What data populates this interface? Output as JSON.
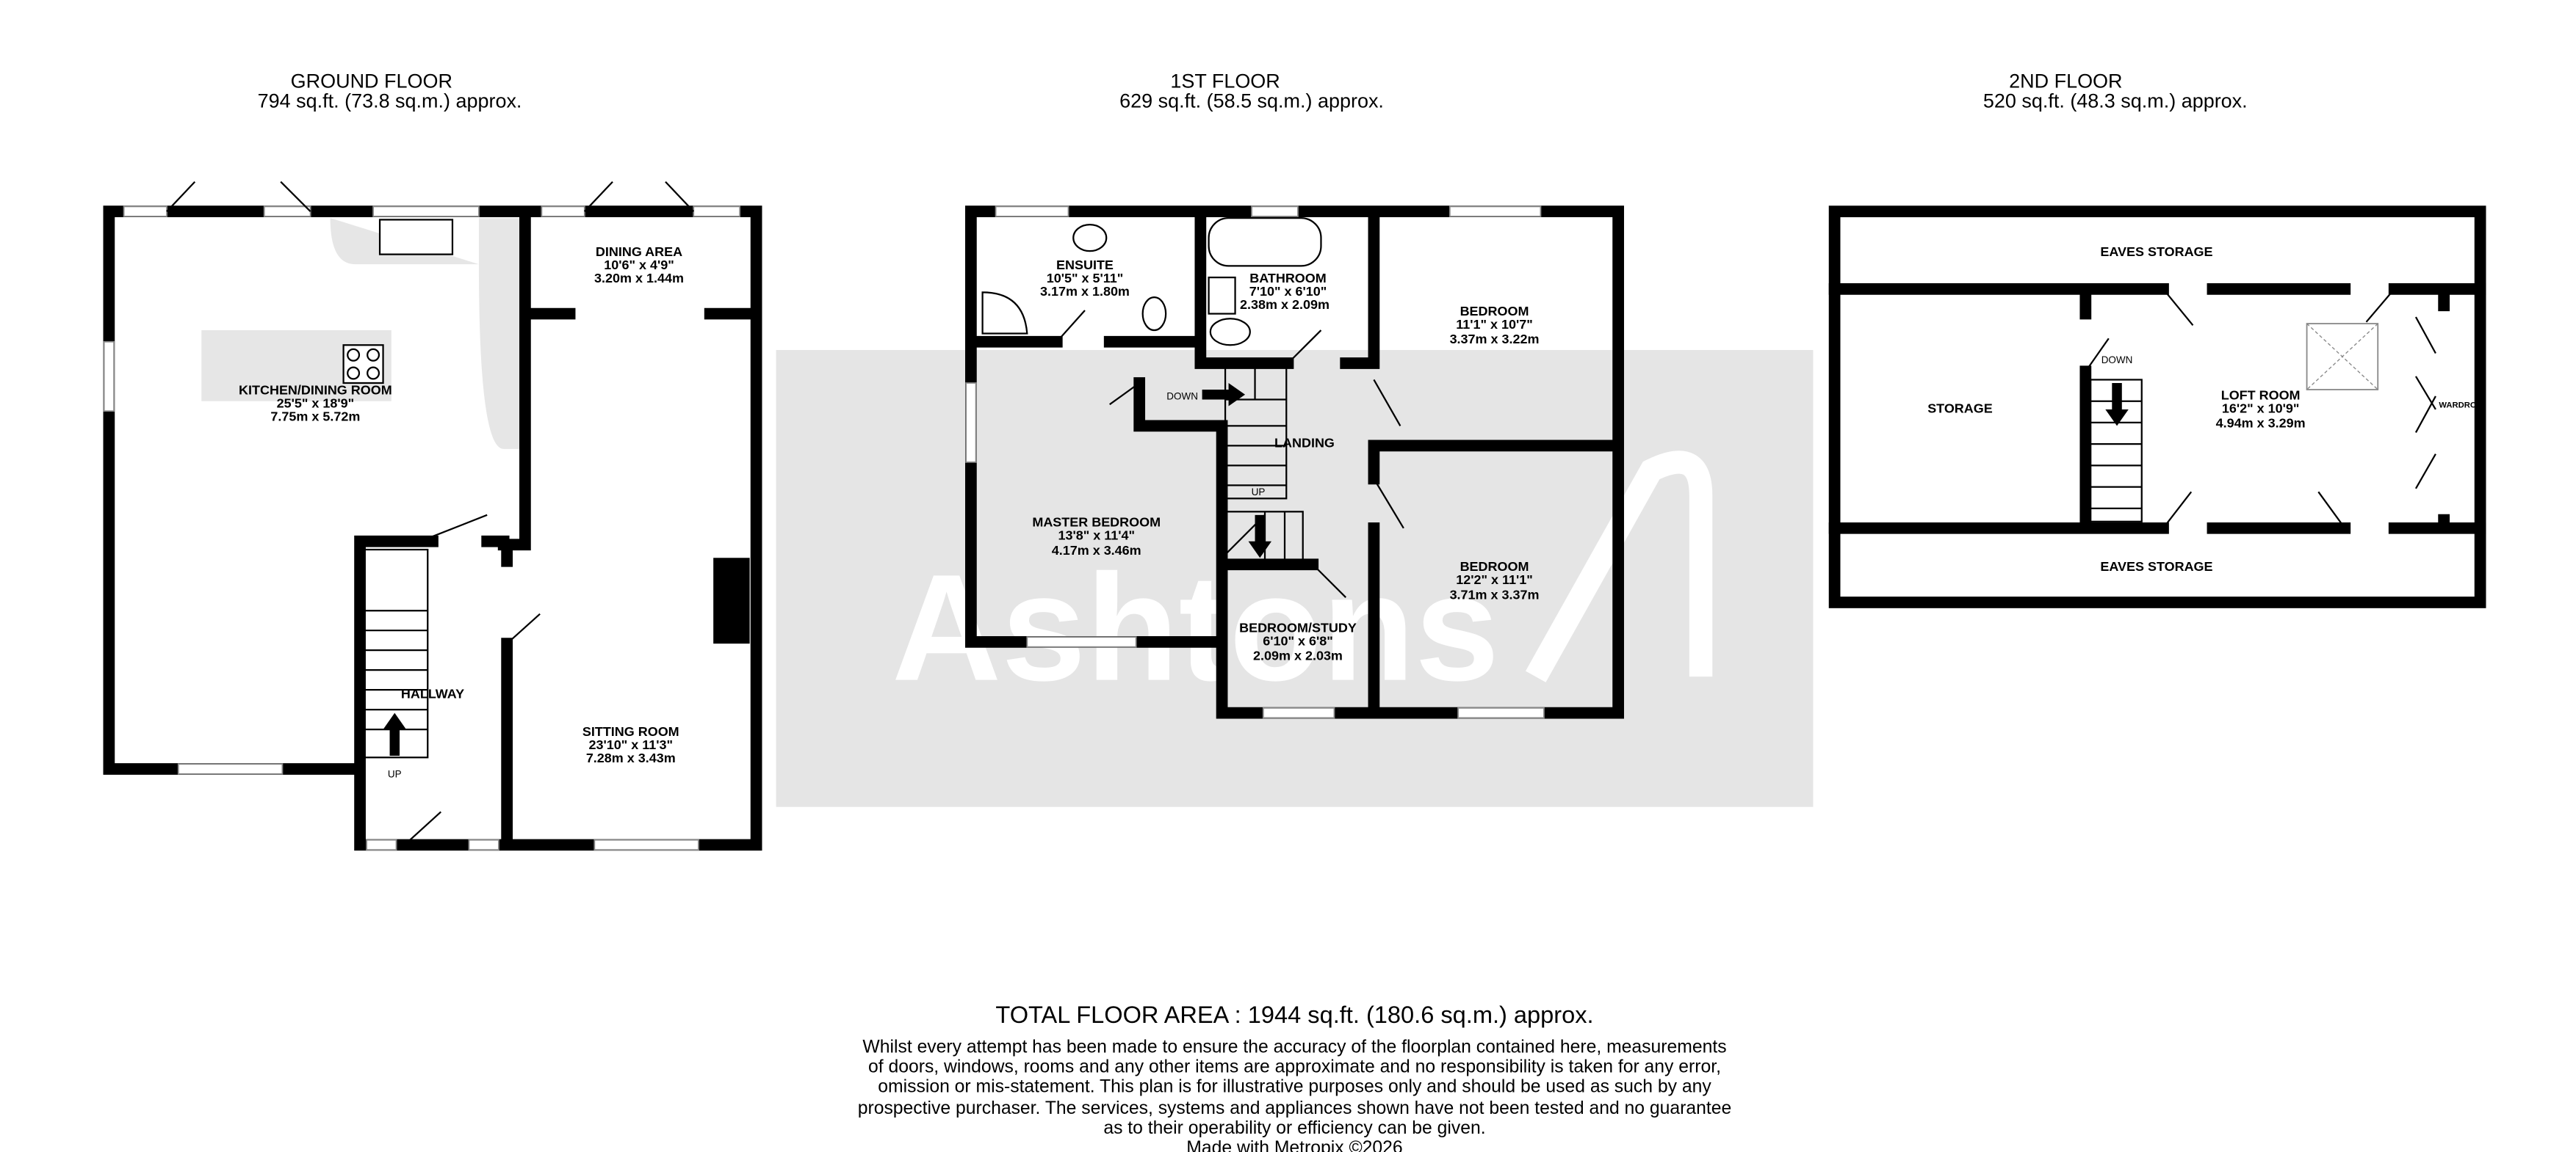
{
  "floors": [
    {
      "title": "GROUND FLOOR",
      "area": "794 sq.ft. (73.8 sq.m.) approx.",
      "rooms": [
        {
          "name": "KITCHEN/DINING ROOM",
          "imperial": "25'5\"  x 18'9\"",
          "metric": "7.75m  x 5.72m"
        },
        {
          "name": "DINING AREA",
          "imperial": "10'6\"  x 4'9\"",
          "metric": "3.20m  x 1.44m"
        },
        {
          "name": "SITTING ROOM",
          "imperial": "23'10\"  x 11'3\"",
          "metric": "7.28m  x 3.43m"
        },
        {
          "name": "HALLWAY"
        }
      ],
      "labels": {
        "stairs": "UP"
      }
    },
    {
      "title": "1ST FLOOR",
      "area": "629 sq.ft. (58.5 sq.m.) approx.",
      "rooms": [
        {
          "name": "ENSUITE",
          "imperial": "10'5\"  x 5'11\"",
          "metric": "3.17m  x 1.80m"
        },
        {
          "name": "BATHROOM",
          "imperial": "7'10\"  x 6'10\"",
          "metric": "2.38m  x 2.09m"
        },
        {
          "name": "BEDROOM",
          "imperial": "11'1\"  x 10'7\"",
          "metric": "3.37m  x 3.22m"
        },
        {
          "name": "MASTER BEDROOM",
          "imperial": "13'8\"  x 11'4\"",
          "metric": "4.17m  x 3.46m"
        },
        {
          "name": "LANDING"
        },
        {
          "name": "BEDROOM",
          "imperial": "12'2\"  x 11'1\"",
          "metric": "3.71m  x 3.37m"
        },
        {
          "name": "BEDROOM/STUDY",
          "imperial": "6'10\"  x 6'8\"",
          "metric": "2.09m  x 2.03m"
        }
      ],
      "labels": {
        "down": "DOWN",
        "up": "UP"
      }
    },
    {
      "title": "2ND FLOOR",
      "area": "520 sq.ft. (48.3 sq.m.) approx.",
      "rooms": [
        {
          "name": "EAVES STORAGE"
        },
        {
          "name": "STORAGE"
        },
        {
          "name": "LOFT ROOM",
          "imperial": "16'2\"  x 10'9\"",
          "metric": "4.94m  x 3.29m"
        },
        {
          "name": "WARDROBE"
        },
        {
          "name": "EAVES STORAGE"
        }
      ],
      "labels": {
        "down": "DOWN"
      }
    }
  ],
  "watermark": "Ashtons",
  "colors": {
    "wall": "#000000",
    "watermark_bg": "#e5e5e5",
    "counter": "#e6e6e6"
  },
  "footer": {
    "total": "TOTAL FLOOR AREA : 1944 sq.ft. (180.6 sq.m.) approx.",
    "disclaimer": [
      "Whilst every attempt has been made to ensure the accuracy of the floorplan contained here, measurements",
      "of doors, windows, rooms and any other items are approximate and no responsibility is taken for any error,",
      "omission or mis-statement. This plan is for illustrative purposes only and should be used as such by any",
      "prospective purchaser. The services, systems and appliances shown have not been tested and no guarantee",
      "as to their operability or efficiency can be given."
    ],
    "credit": "Made with Metropix ©2026"
  }
}
